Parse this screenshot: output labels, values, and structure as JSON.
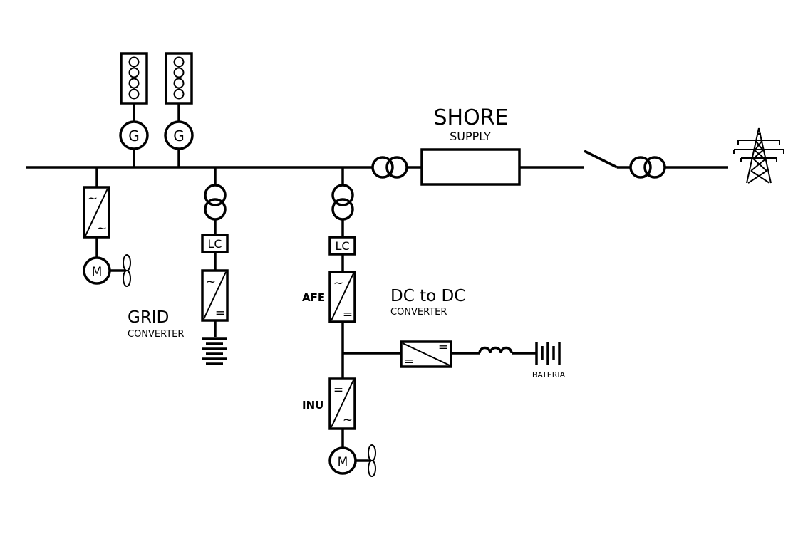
{
  "labels": {
    "shore_title": "SHORE",
    "shore_sub": "SUPPLY",
    "grid_title": "GRID",
    "grid_sub": "CONVERTER",
    "dcdc_title": "DC to DC",
    "dcdc_sub": "CONVERTER",
    "afe": "AFE",
    "inu": "INU",
    "battery": "BATERIA",
    "lc_left": "LC",
    "lc_right": "LC",
    "gen_1": "G",
    "gen_2": "G",
    "motor_left": "M",
    "motor_right": "M"
  },
  "symbols": {
    "ac": "~",
    "dc": "="
  }
}
